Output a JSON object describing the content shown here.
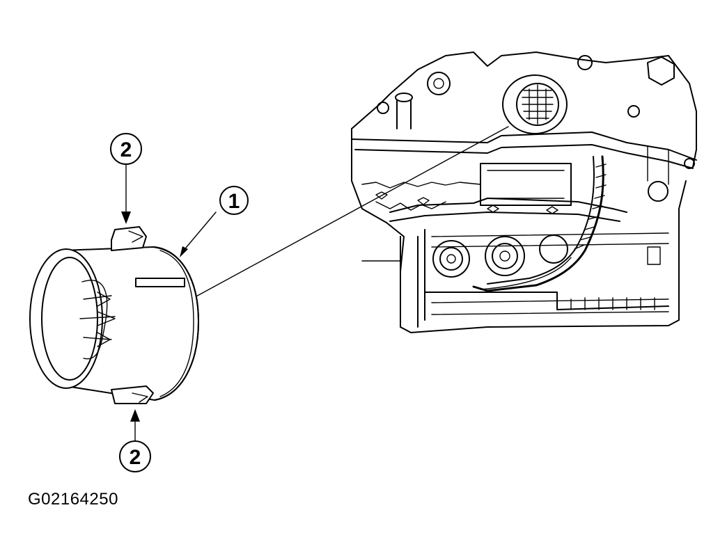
{
  "callouts": {
    "connector": "1",
    "clip_top": "2",
    "clip_bottom": "2"
  },
  "figure_id": "G02164250"
}
